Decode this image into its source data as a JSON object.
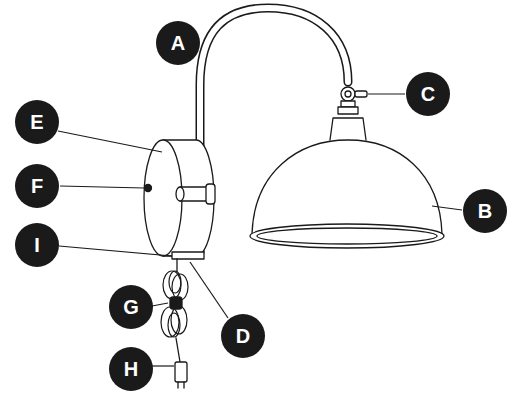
{
  "diagram": {
    "nodes": [
      {
        "text": [
          "A"
        ]
      },
      {
        "text": [
          "C"
        ]
      },
      {
        "text": [
          "E"
        ]
      },
      {
        "text": [
          "F"
        ]
      },
      {
        "text": [
          "B"
        ]
      },
      {
        "text": [
          "I"
        ]
      },
      {
        "text": [
          "G"
        ]
      },
      {
        "text": [
          "D"
        ]
      },
      {
        "text": [
          "H"
        ]
      }
    ]
  }
}
